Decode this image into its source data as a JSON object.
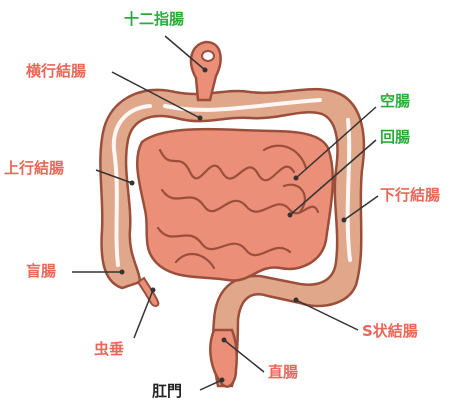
{
  "colors": {
    "large_intestine": "#e0a78a",
    "small_intestine": "#eb8f78",
    "outline": "#9b4f3b",
    "highlight": "#ffffff",
    "label_red": "#e8685a",
    "label_green": "#2bab3c",
    "label_black": "#222222",
    "leader": "#333333"
  },
  "labels": {
    "duodenum": "十二指腸",
    "transverse_colon": "横行結腸",
    "jejunum": "空腸",
    "ileum": "回腸",
    "ascending_colon": "上行結腸",
    "descending_colon": "下行結腸",
    "cecum": "盲腸",
    "sigmoid_colon": "S状結腸",
    "appendix": "虫垂",
    "rectum": "直腸",
    "anus": "肛門"
  }
}
